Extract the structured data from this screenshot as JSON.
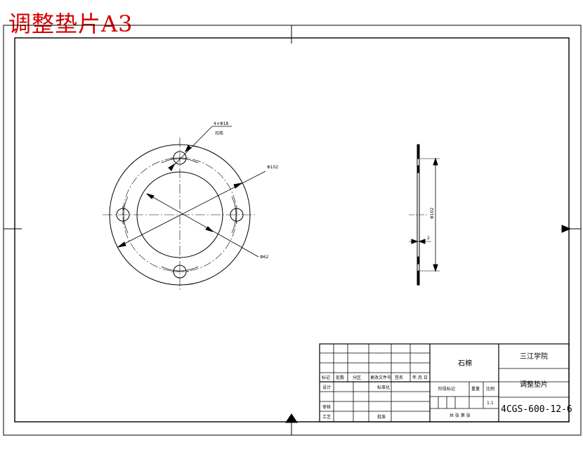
{
  "page": {
    "title": "调整垫片A3",
    "title_color": "#d40000",
    "line_color": "#000000"
  },
  "front_view": {
    "hole_callout": "4×Φ18",
    "hole_callout_note": "均布",
    "outer_diameter": "Φ102",
    "inner_diameter": "Φ62"
  },
  "side_view": {
    "diameter": "Φ102",
    "thickness": "2"
  },
  "title_block": {
    "material": "石棉",
    "school": "三江学院",
    "part_name": "调整垫片",
    "drawing_code": "4CGS-600-12-6",
    "scale": "1:1",
    "headers": {
      "mark": "标记",
      "count": "处数",
      "zone": "分区",
      "change_doc": "更改文件号",
      "sign": "签名",
      "date": "年.月.日",
      "design": "设计",
      "standardize": "标准化",
      "stage_mark": "阶段标记",
      "weight": "重量",
      "ratio": "比例",
      "review": "审核",
      "process": "工艺",
      "approve": "批准",
      "sheets": "共 张 第 张"
    }
  }
}
